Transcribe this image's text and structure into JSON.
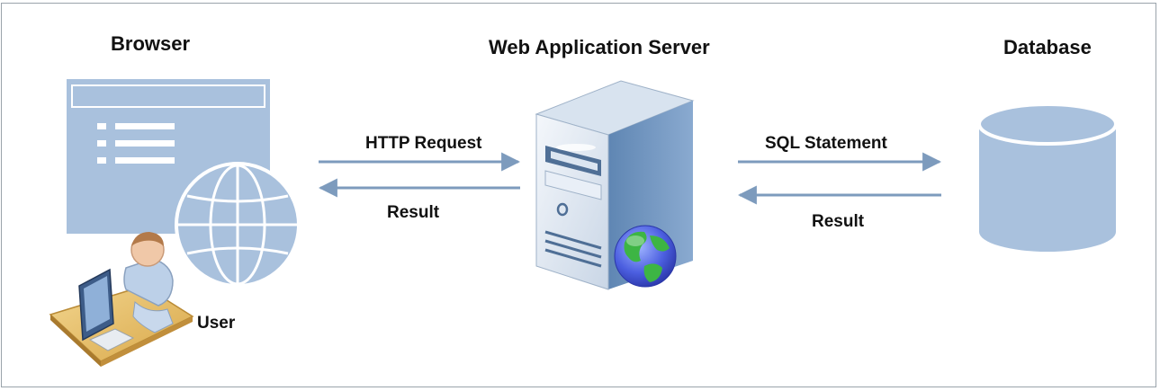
{
  "diagram": {
    "browser": {
      "title": "Browser",
      "user_label": "User"
    },
    "server": {
      "title": "Web Application Server"
    },
    "database": {
      "title": "Database"
    },
    "browser_to_server": {
      "request_label": "HTTP Request",
      "response_label": "Result"
    },
    "server_to_database": {
      "request_label": "SQL Statement",
      "response_label": "Result"
    }
  },
  "colors": {
    "icon_fill": "#a9c1dd",
    "icon_line": "#ffffff",
    "arrow": "#7d9bbd",
    "server_body": "#6f93bb",
    "server_front": "#e4ecf6",
    "border": "#9aa3ab"
  },
  "icons": [
    "browser-window-icon",
    "globe-icon",
    "user-at-computer-icon",
    "server-tower-icon",
    "earth-globe-icon",
    "database-cylinder-icon"
  ]
}
